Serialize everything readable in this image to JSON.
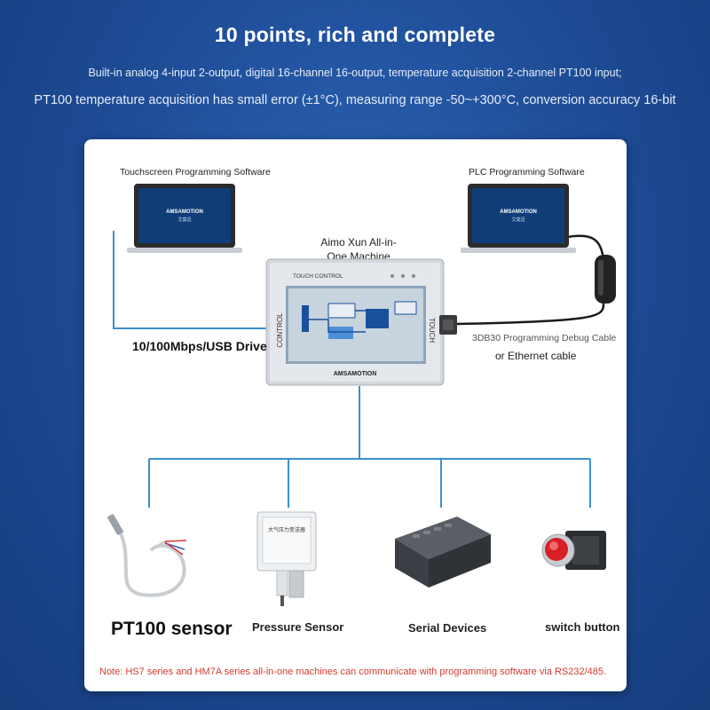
{
  "header": {
    "title": "10 points, rich and complete",
    "line1": "Built-in analog 4-input 2-output, digital 16-channel 16-output, temperature acquisition 2-channel PT100 input;",
    "line2": "PT100 temperature acquisition has small error (±1°C), measuring range -50~+300°C, conversion accuracy 16-bit"
  },
  "diagram": {
    "left_laptop_label": "Touchscreen Programming Software",
    "right_laptop_label": "PLC Programming Software",
    "laptop_brand": "AMSAMOTION",
    "laptop_brand_sub": "艾莫迅",
    "machine_label": "Aimo Xun All-in-One Machine",
    "machine_title": "TOUCH CONTROL",
    "machine_side_left": "CONTROL",
    "machine_side_right": "TOUCH",
    "machine_brand": "AMSAMOTION",
    "left_link_label": "10/100Mbps/USB Drive",
    "right_link_label1": "3DB30 Programming Debug Cable",
    "right_link_label2": "or Ethernet cable",
    "pressure_text": "大气压力变送器",
    "devices": [
      {
        "label": "PT100 sensor",
        "icon": "pt100-sensor-icon"
      },
      {
        "label": "Pressure Sensor",
        "icon": "pressure-sensor-icon"
      },
      {
        "label": "Serial Devices",
        "icon": "plc-module-icon"
      },
      {
        "label": "switch button",
        "icon": "push-button-icon"
      }
    ],
    "note": "Note: HS7 series and HM7A series all-in-one machines can communicate with programming software via RS232/485."
  },
  "colors": {
    "background": "#1f4f9a",
    "connector": "#3a8fd0",
    "note": "#d23b2f"
  }
}
